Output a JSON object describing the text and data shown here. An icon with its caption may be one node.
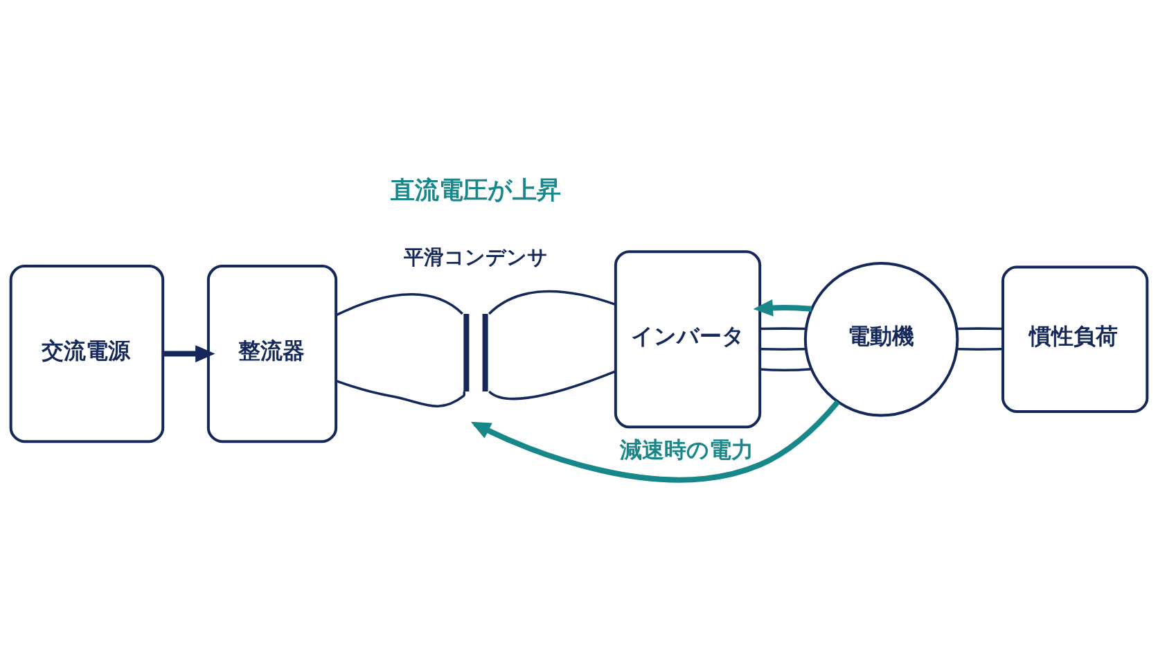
{
  "diagram": {
    "nodes": [
      {
        "text": [
          "交流電源"
        ]
      },
      {
        "text": [
          "整流器"
        ]
      },
      {
        "text": [],
        "shape": "capacitor",
        "beside": [
          "平滑コンデンサ"
        ]
      },
      {
        "text": [
          "インバータ"
        ]
      },
      {
        "text": [
          "電動機"
        ]
      },
      {
        "text": [
          "慣性負荷"
        ]
      }
    ],
    "edges": [
      {
        "from": 0,
        "to": 1,
        "arrow": "to",
        "style": "thick"
      },
      {
        "from": 1,
        "to": 2,
        "arrow": "none"
      },
      {
        "from": 1,
        "to": 2,
        "arrow": "none"
      },
      {
        "from": 2,
        "to": 3,
        "arrow": "none"
      },
      {
        "from": 2,
        "to": 3,
        "arrow": "none"
      },
      {
        "from": 3,
        "to": 4,
        "arrow": "none"
      },
      {
        "from": 3,
        "to": 4,
        "arrow": "none"
      },
      {
        "from": 3,
        "to": 4,
        "arrow": "none"
      },
      {
        "from": 4,
        "to": 5,
        "arrow": "none"
      },
      {
        "from": 4,
        "to": 5,
        "arrow": "none"
      },
      {
        "from": 4,
        "to": 3,
        "arrow": "to",
        "style": "thick",
        "color": "#17878a"
      },
      {
        "from": 4,
        "to": null,
        "arrow": "to",
        "style": "thick",
        "color": "#17878a",
        "label": "減速時の電力"
      }
    ],
    "labels": [
      "直流電圧が上昇"
    ]
  }
}
